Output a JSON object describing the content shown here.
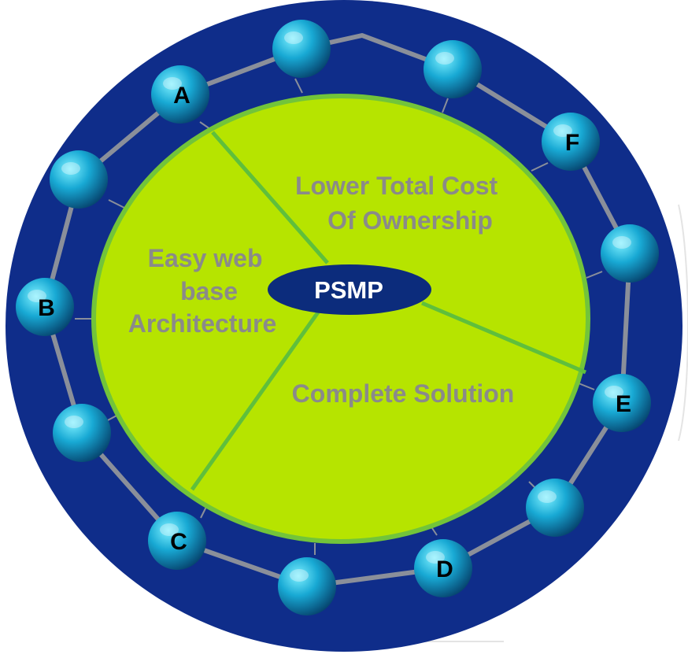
{
  "center": {
    "label": "PSMP"
  },
  "segments": [
    {
      "id": "cost",
      "lines": [
        "Lower Total Cost",
        "Of Ownership"
      ]
    },
    {
      "id": "architecture",
      "lines": [
        "Easy web",
        "base",
        "Architecture"
      ]
    },
    {
      "id": "solution",
      "lines": [
        "Complete Solution"
      ]
    }
  ],
  "nodes": [
    {
      "id": "a",
      "label": "A"
    },
    {
      "id": "n2",
      "label": ""
    },
    {
      "id": "n3",
      "label": ""
    },
    {
      "id": "f",
      "label": "F"
    },
    {
      "id": "n5",
      "label": ""
    },
    {
      "id": "e",
      "label": "E"
    },
    {
      "id": "n7",
      "label": ""
    },
    {
      "id": "d",
      "label": "D"
    },
    {
      "id": "n9",
      "label": ""
    },
    {
      "id": "c",
      "label": "C"
    },
    {
      "id": "n11",
      "label": ""
    },
    {
      "id": "b",
      "label": "B"
    },
    {
      "id": "n13",
      "label": ""
    }
  ],
  "colors": {
    "outer_ring": "#0f2d8a",
    "inner_fill": "#b6e400",
    "inner_border": "#72c43a",
    "divider": "#5fbf3c",
    "segment_text": "#8a8a8a",
    "ellipse": "#0c2c7c",
    "ellipse_text": "#ffffff",
    "ring_line": "#8a8f9a",
    "node_light": "#7ef0ff",
    "node_mid": "#18a9d4",
    "node_dark": "#05406a",
    "node_text": "#000000"
  }
}
